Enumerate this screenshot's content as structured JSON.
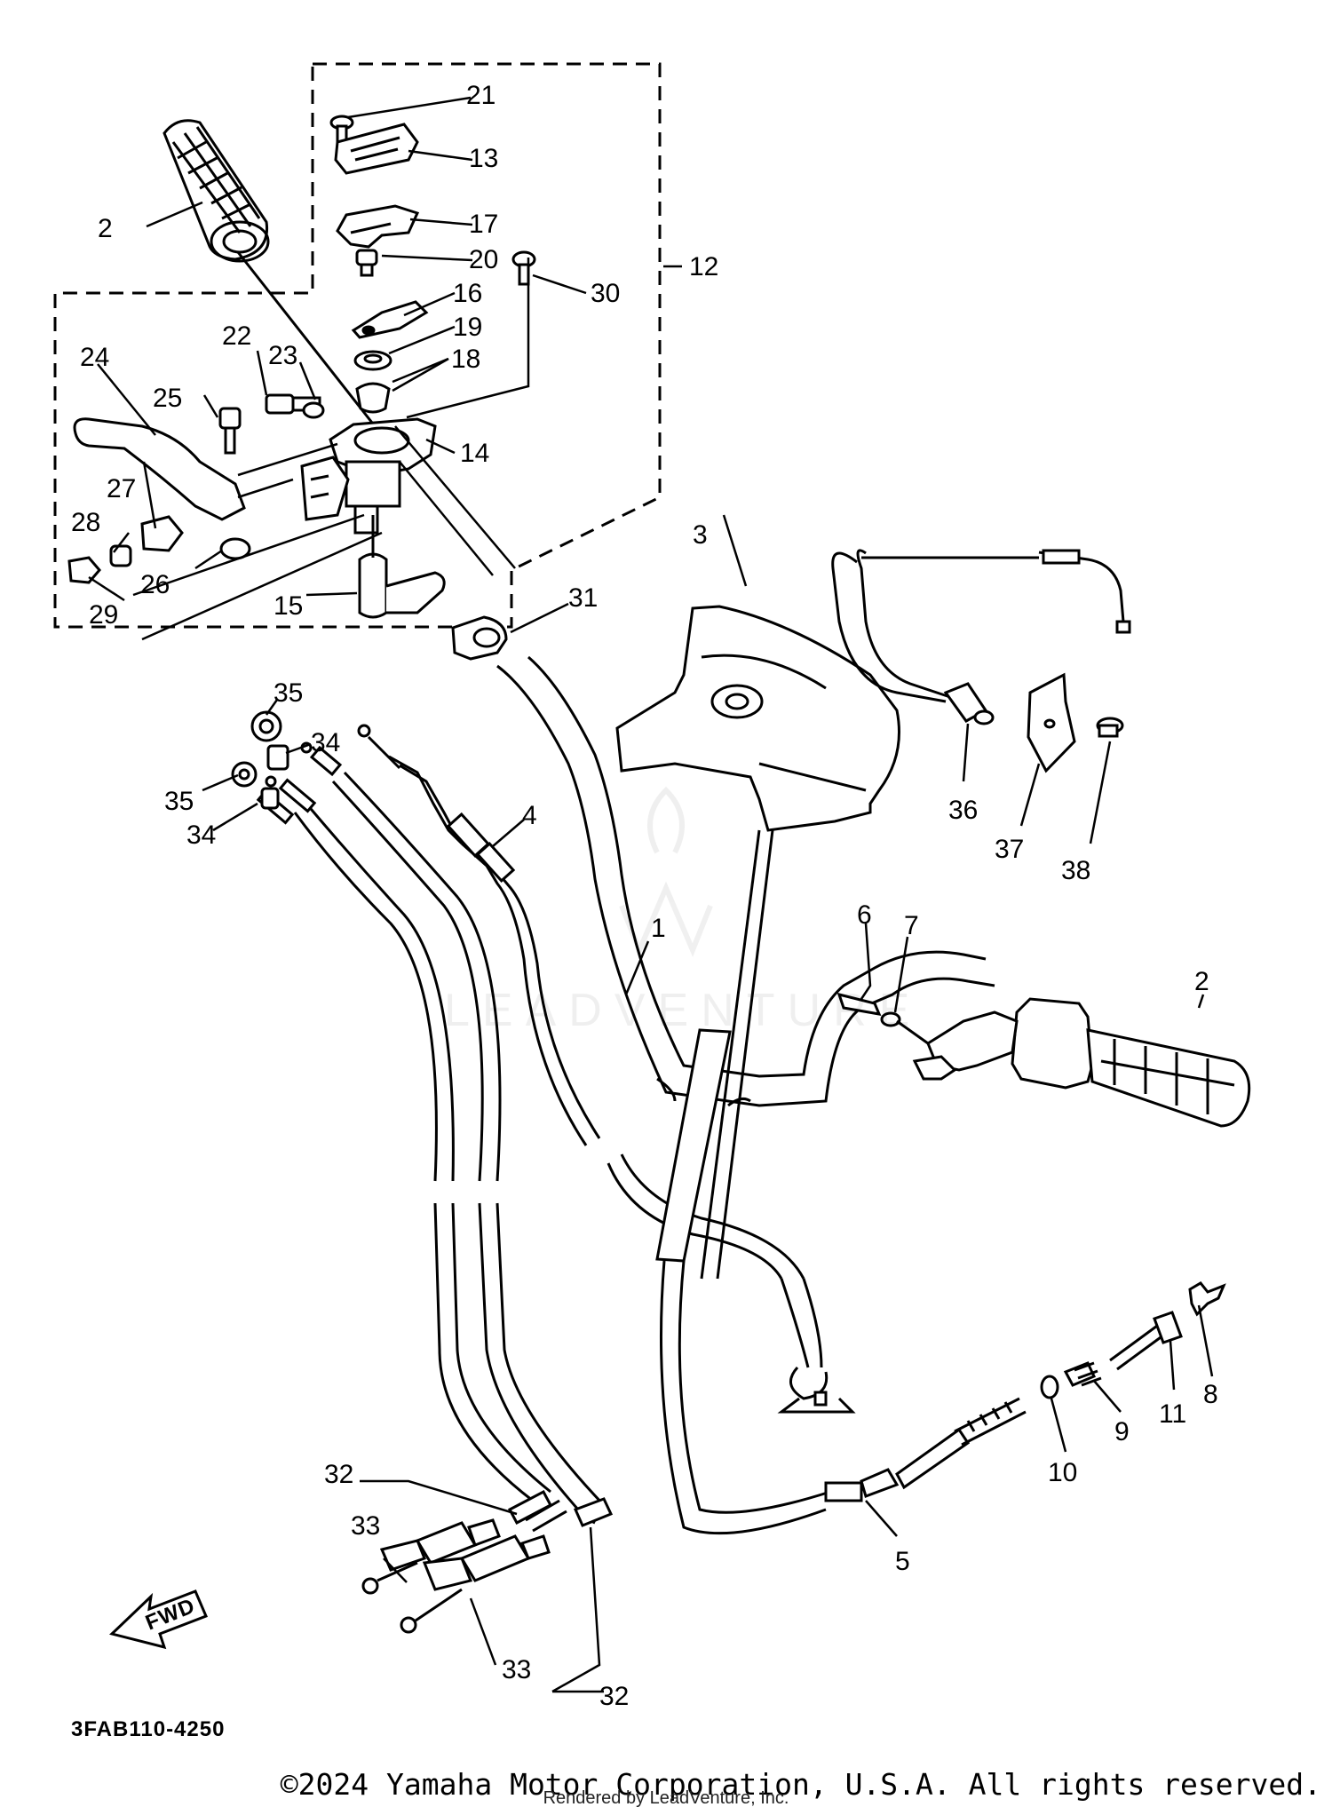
{
  "diagram_code": "3FAB110-4250",
  "fwd_label": "FWD",
  "watermark_text": "LEADVENTURE",
  "copyright": "©2024 Yamaha Motor Corporation, U.S.A. All rights reserved.",
  "rendered_by": "Rendered by LeadVenture, Inc.",
  "callouts": {
    "c21": "21",
    "c13": "13",
    "c17": "17",
    "c2_left": "2",
    "c20": "20",
    "c12": "12",
    "c30": "30",
    "c16": "16",
    "c19": "19",
    "c18": "18",
    "c24": "24",
    "c22": "22",
    "c23": "23",
    "c25": "25",
    "c14": "14",
    "c27": "27",
    "c28": "28",
    "c26": "26",
    "c29": "29",
    "c15": "15",
    "c31": "31",
    "c3": "3",
    "c35_a": "35",
    "c34_a": "34",
    "c35_b": "35",
    "c34_b": "34",
    "c4": "4",
    "c36": "36",
    "c37": "37",
    "c38": "38",
    "c1": "1",
    "c6": "6",
    "c7": "7",
    "c2_right": "2",
    "c8": "8",
    "c11": "11",
    "c9": "9",
    "c10": "10",
    "c5": "5",
    "c32_a": "32",
    "c33_a": "33",
    "c33_b": "33",
    "c32_b": "32"
  },
  "colors": {
    "ink": "#000000",
    "paper": "#ffffff"
  }
}
